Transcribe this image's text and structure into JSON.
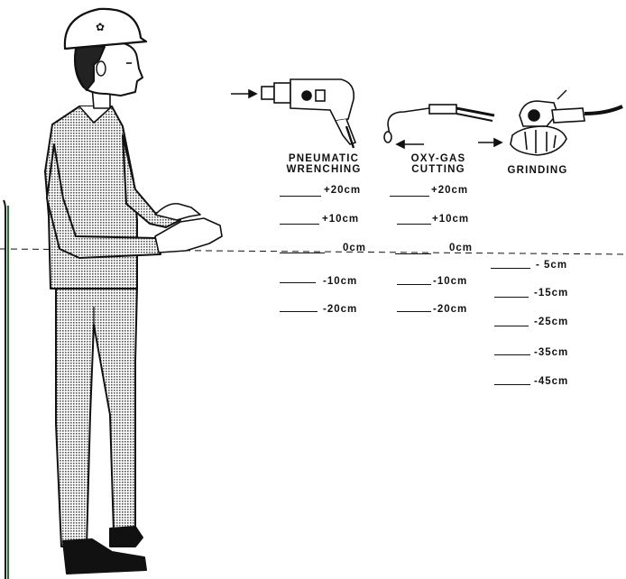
{
  "columns": [
    {
      "id": "pneumatic",
      "title_lines": [
        "PNEUMATIC",
        "WRENCHING"
      ],
      "levels": [
        "+20cm",
        "+10cm",
        "0cm",
        "-10cm",
        "-20cm"
      ]
    },
    {
      "id": "oxygas",
      "title_lines": [
        "OXY-GAS",
        "CUTTING"
      ],
      "levels": [
        "+20cm",
        "+10cm",
        "0cm",
        "-10cm",
        "-20cm"
      ]
    },
    {
      "id": "grinding",
      "title_lines": [
        "GRINDING"
      ],
      "levels": [
        "- 5cm",
        "-15cm",
        "-25cm",
        "-35cm",
        "-45cm"
      ]
    }
  ],
  "colors": {
    "ink": "#111111",
    "figure_fill": "#bdbdbd",
    "wall_accent": "#2f6b3a"
  },
  "icons": [
    "hard-hat-icon",
    "pneumatic-wrench-icon",
    "oxy-gas-torch-icon",
    "angle-grinder-icon"
  ]
}
